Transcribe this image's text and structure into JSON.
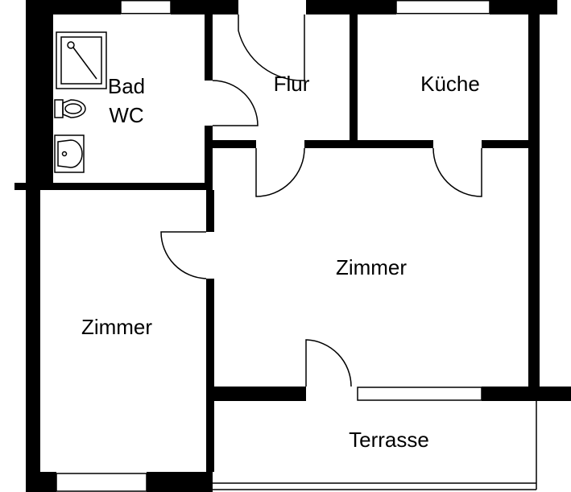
{
  "colors": {
    "wall": "#000000",
    "background": "#ffffff",
    "line": "#000000"
  },
  "rooms": {
    "bad_line1": "Bad",
    "bad_line2": "WC",
    "flur": "Flur",
    "kueche": "Küche",
    "zimmer_main": "Zimmer",
    "zimmer_left": "Zimmer",
    "terrasse": "Terrasse"
  },
  "fixtures": [
    "shower-icon",
    "toilet-icon",
    "sink-icon"
  ]
}
